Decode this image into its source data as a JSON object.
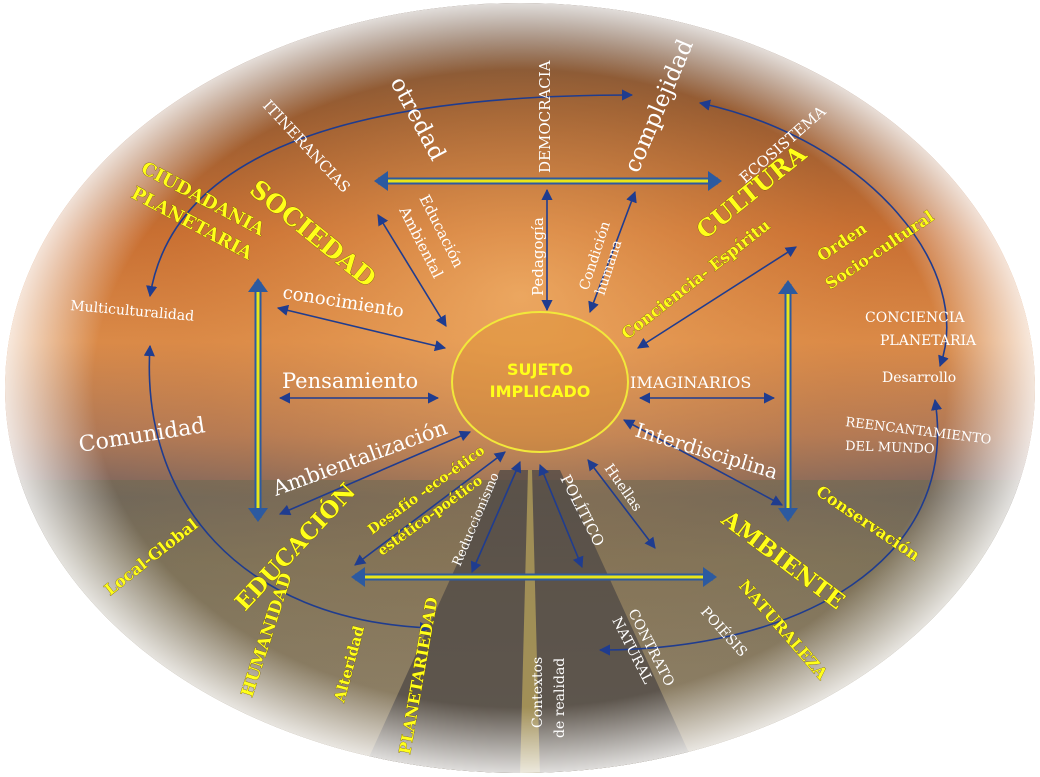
{
  "center": {
    "line1": "SUJETO",
    "line2": "IMPLICADO"
  },
  "corners": {
    "sociedad": "SOCIEDAD",
    "cultura": "CULTURA",
    "educacion": "EDUCACIÓN",
    "ambiente": "AMBIENTE"
  },
  "inner": {
    "educacion_ambiental": [
      "Educación",
      "Ambiental"
    ],
    "pedagogia": "Pedagogía",
    "condicion_humana": [
      "Condición",
      "humana"
    ],
    "conciencia_espiritu": "Conciencia- Espíritu",
    "conocimiento": "conocimiento",
    "pensamiento": "Pensamiento",
    "imaginarios": "IMAGINARIOS",
    "ambientalizacion": "Ambientalización",
    "interdisciplina": "Interdisciplina",
    "desafio": [
      "Desafío -eco-ético",
      "estético-poético"
    ],
    "reduccionismo": "Reduccionismo",
    "politico": "POLÍTICO",
    "huellas": "Huellas"
  },
  "outer": {
    "itinerancias": "ITINERANCIAS",
    "otredad": "otredad",
    "democracia": "DEMOCRACIA",
    "complejidad": "complejidad",
    "ecosistema": "ECOSISTEMA",
    "ciudadania": [
      "CIUDADANIA",
      "PLANETARIA"
    ],
    "multiculturalidad": "Multiculturalidad",
    "comunidad": "Comunidad",
    "orden_sociocultural": [
      "Orden",
      "Socio-cultural"
    ],
    "conciencia_planetaria": [
      "CONCIENCIA",
      "PLANETARIA"
    ],
    "desarrollo": "Desarrollo",
    "reencantamiento": [
      "REENCANTAMIENTO",
      "DEL MUNDO"
    ],
    "conservacion": "Conservación",
    "local_global": "Local-Global",
    "naturaleza": "NATURALEZA",
    "humanidad": "HUMANIDAD",
    "alteridad": "Alteridad",
    "planetariedad": "PLANETARIEDAD",
    "contextos": [
      "Contextos",
      "de realidad"
    ],
    "contrato": [
      "CONTRATO",
      "NATURAL"
    ],
    "poiesis": "POIÉSIS"
  },
  "colors": {
    "yellow_text": "#ffff1a",
    "white_text": "#ffffff",
    "arrow_blue": "#1f3c8f",
    "bar_blue": "#2c5aa0",
    "bar_yellow": "#e8e61a"
  }
}
